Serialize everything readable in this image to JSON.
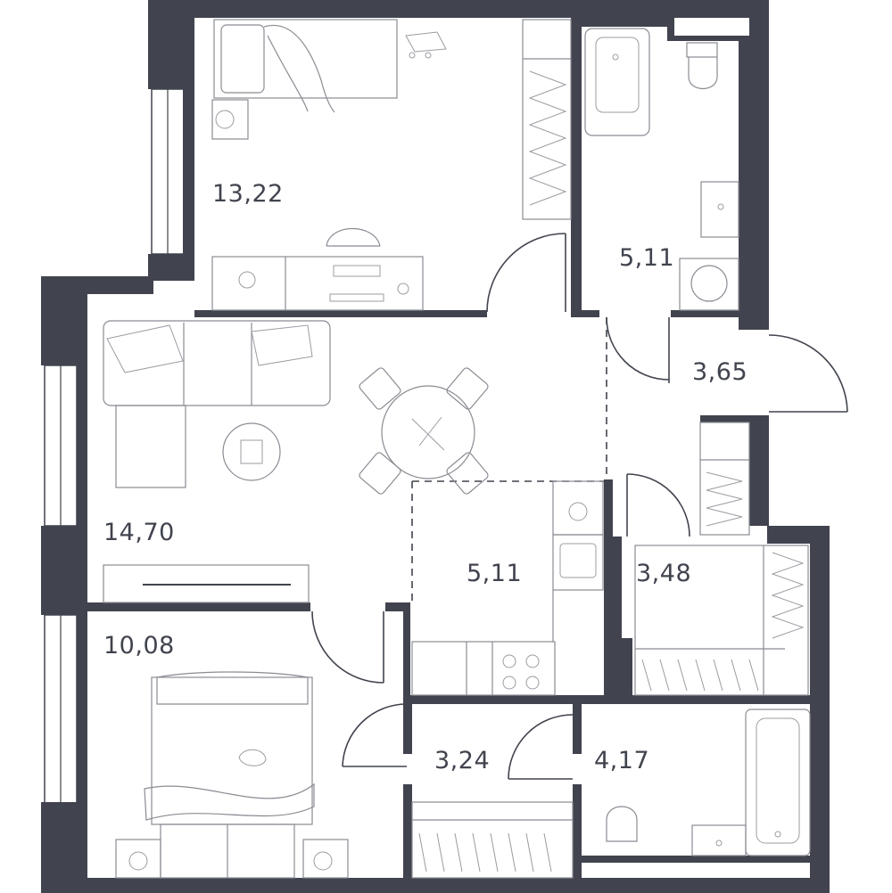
{
  "rooms": {
    "bedroom_top": {
      "area": "13,22"
    },
    "bathroom_top": {
      "area": "5,11"
    },
    "hallway": {
      "area": "3,65"
    },
    "living_room": {
      "area": "14,70"
    },
    "kitchen": {
      "area": "5,11"
    },
    "wardrobe_right": {
      "area": "3,48"
    },
    "bedroom_bottom": {
      "area": "10,08"
    },
    "wardrobe_bottom": {
      "area": "3,24"
    },
    "bathroom_bottom": {
      "area": "4,17"
    }
  },
  "colors": {
    "wall": "#41444e",
    "furniture": "#8a8c93",
    "background": "#ffffff"
  }
}
